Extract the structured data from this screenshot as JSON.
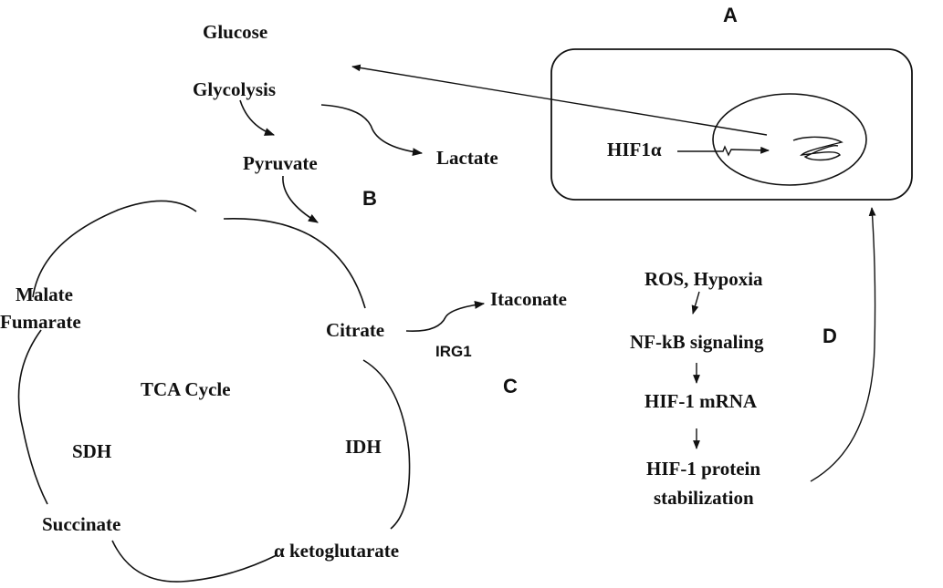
{
  "panels": {
    "a": "A",
    "b": "B",
    "c": "C",
    "d": "D"
  },
  "glycolysis": {
    "glucose": "Glucose",
    "glycolysis": "Glycolysis",
    "pyruvate": "Pyruvate",
    "lactate": "Lactate"
  },
  "cell": {
    "hif1a": "HIF1α"
  },
  "tca": {
    "center": "TCA Cycle",
    "malate": "Malate",
    "fumarate": "Fumarate",
    "citrate": "Citrate",
    "sdh": "SDH",
    "idh": "IDH",
    "succinate": "Succinate",
    "aketoglutarate": "α ketoglutarate"
  },
  "itaconate": {
    "product": "Itaconate",
    "enzyme": "IRG1"
  },
  "signaling": {
    "step1": "ROS, Hypoxia",
    "step2": "NF-kB signaling",
    "step3": "HIF-1 mRNA",
    "step4_line1": "HIF-1 protein",
    "step4_line2": "stabilization"
  }
}
